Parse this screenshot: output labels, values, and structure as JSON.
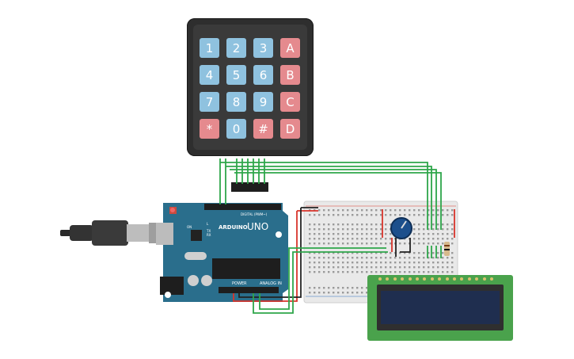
{
  "keypad": {
    "keys": [
      [
        "1",
        "2",
        "3",
        "A"
      ],
      [
        "4",
        "5",
        "6",
        "B"
      ],
      [
        "7",
        "8",
        "9",
        "C"
      ],
      [
        "*",
        "0",
        "#",
        "D"
      ]
    ]
  },
  "arduino": {
    "brand": "ARDUINO",
    "model": "UNO",
    "digital_label": "DIGITAL (PWM~)",
    "power_label": "POWER",
    "analog_label": "ANALOG IN",
    "tx_label": "TX",
    "rx_label": "RX",
    "l_label": "L",
    "on_label": "ON"
  },
  "colors": {
    "board": "#2a6e8c",
    "wire_green": "#2ea64a",
    "wire_red": "#d9342b",
    "wire_black": "#222222",
    "breadboard": "#e9e9e9",
    "lcd_pcb": "#4aa24c",
    "lcd_screen": "#1f2e4f",
    "pot": "#1c4f8c"
  }
}
